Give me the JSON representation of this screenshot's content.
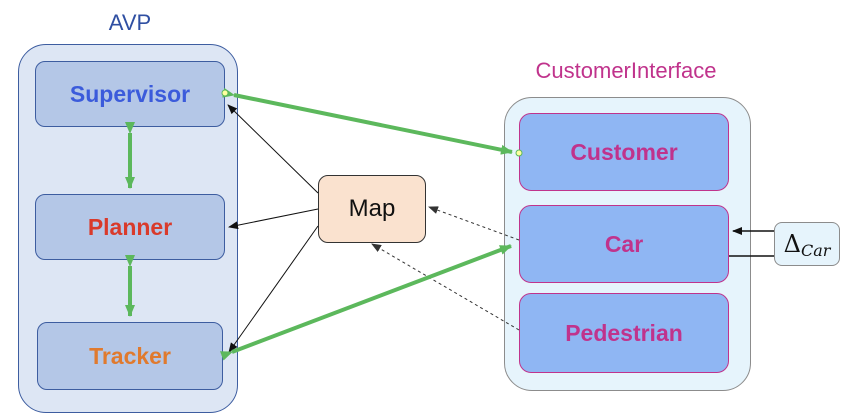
{
  "groups": {
    "avp": {
      "title": "AVP"
    },
    "customer_interface": {
      "title": "CustomerInterface"
    }
  },
  "components": {
    "supervisor": "Supervisor",
    "planner": "Planner",
    "tracker": "Tracker",
    "map": "Map",
    "customer": "Customer",
    "car": "Car",
    "pedestrian": "Pedestrian"
  },
  "delta_input": {
    "symbol": "Δ",
    "subscript": "Car"
  },
  "colors": {
    "green_link": "#5cb85c",
    "avp_border": "#3d5da0",
    "ci_text": "#c0338c",
    "supervisor_text": "#3b5bdb",
    "planner_text": "#d93a2b",
    "tracker_text": "#e07a2e"
  }
}
